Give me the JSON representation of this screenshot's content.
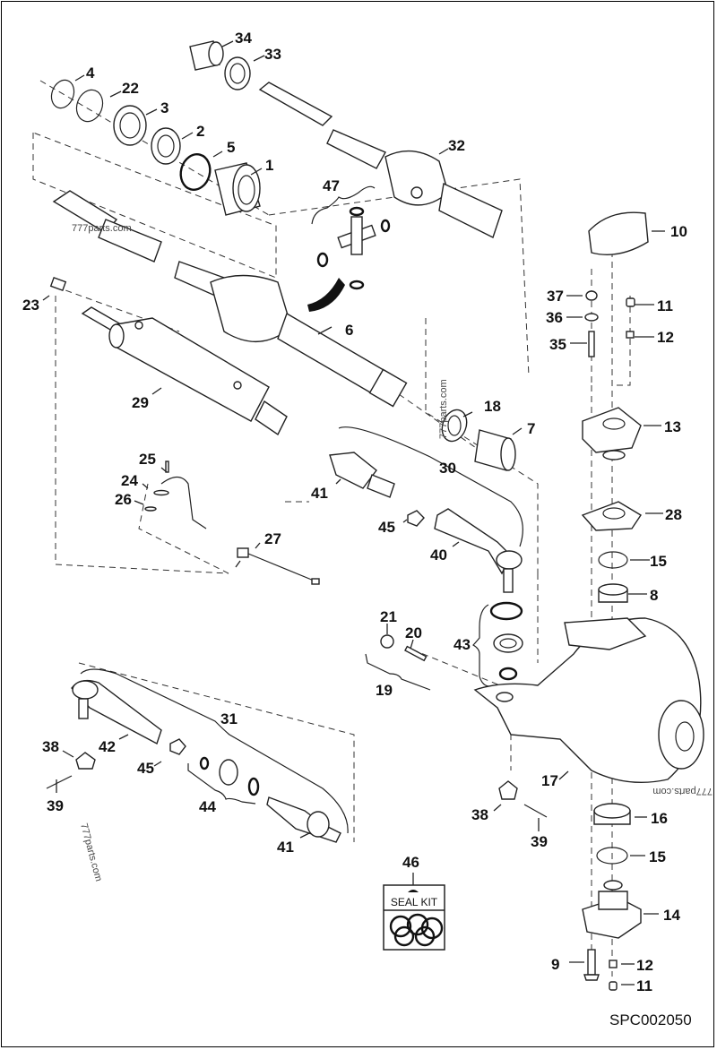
{
  "diagram": {
    "type": "exploded-parts-diagram",
    "subject": "Steering axle / drive shaft and knuckle assembly",
    "drawing_code": "SPC002050",
    "watermark": "777parts.com",
    "seal_kit_label": "SEAL KIT"
  },
  "callouts": [
    {
      "id": "c1",
      "label": "1"
    },
    {
      "id": "c2",
      "label": "2"
    },
    {
      "id": "c3",
      "label": "3"
    },
    {
      "id": "c4",
      "label": "4"
    },
    {
      "id": "c5",
      "label": "5"
    },
    {
      "id": "c6",
      "label": "6"
    },
    {
      "id": "c7",
      "label": "7"
    },
    {
      "id": "c8",
      "label": "8"
    },
    {
      "id": "c9",
      "label": "9"
    },
    {
      "id": "c10",
      "label": "10"
    },
    {
      "id": "c11a",
      "label": "11"
    },
    {
      "id": "c11b",
      "label": "11"
    },
    {
      "id": "c12a",
      "label": "12"
    },
    {
      "id": "c12b",
      "label": "12"
    },
    {
      "id": "c13",
      "label": "13"
    },
    {
      "id": "c14",
      "label": "14"
    },
    {
      "id": "c15a",
      "label": "15"
    },
    {
      "id": "c15b",
      "label": "15"
    },
    {
      "id": "c16",
      "label": "16"
    },
    {
      "id": "c17",
      "label": "17"
    },
    {
      "id": "c18",
      "label": "18"
    },
    {
      "id": "c19",
      "label": "19"
    },
    {
      "id": "c20",
      "label": "20"
    },
    {
      "id": "c21",
      "label": "21"
    },
    {
      "id": "c22",
      "label": "22"
    },
    {
      "id": "c23",
      "label": "23"
    },
    {
      "id": "c24",
      "label": "24"
    },
    {
      "id": "c25",
      "label": "25"
    },
    {
      "id": "c26",
      "label": "26"
    },
    {
      "id": "c27",
      "label": "27"
    },
    {
      "id": "c28",
      "label": "28"
    },
    {
      "id": "c29",
      "label": "29"
    },
    {
      "id": "c30",
      "label": "30"
    },
    {
      "id": "c31",
      "label": "31"
    },
    {
      "id": "c32",
      "label": "32"
    },
    {
      "id": "c33",
      "label": "33"
    },
    {
      "id": "c34",
      "label": "34"
    },
    {
      "id": "c35",
      "label": "35"
    },
    {
      "id": "c36",
      "label": "36"
    },
    {
      "id": "c37",
      "label": "37"
    },
    {
      "id": "c38a",
      "label": "38"
    },
    {
      "id": "c38b",
      "label": "38"
    },
    {
      "id": "c39a",
      "label": "39"
    },
    {
      "id": "c39b",
      "label": "39"
    },
    {
      "id": "c40",
      "label": "40"
    },
    {
      "id": "c41a",
      "label": "41"
    },
    {
      "id": "c41b",
      "label": "41"
    },
    {
      "id": "c42",
      "label": "42"
    },
    {
      "id": "c43",
      "label": "43"
    },
    {
      "id": "c44",
      "label": "44"
    },
    {
      "id": "c45a",
      "label": "45"
    },
    {
      "id": "c45b",
      "label": "45"
    },
    {
      "id": "c46",
      "label": "46"
    },
    {
      "id": "c47",
      "label": "47"
    }
  ]
}
